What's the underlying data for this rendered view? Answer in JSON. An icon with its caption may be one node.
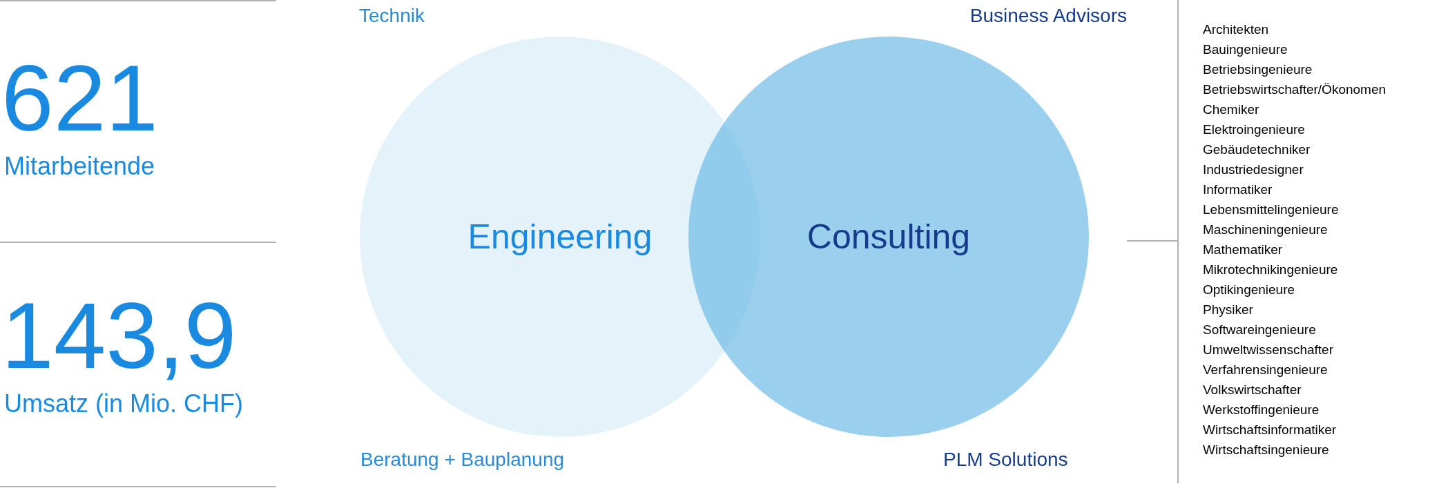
{
  "diagram": {
    "nodes": [
      {
        "text": [
          "Engineering"
        ]
      },
      {
        "text": [
          "Consulting"
        ]
      }
    ],
    "edges": [],
    "labels": [
      "621",
      "Mitarbeitende",
      "143,9",
      "Umsatz (in Mio. CHF)",
      "Technik",
      "Business Advisors",
      "Beratung + Bauplanung",
      "PLM Solutions",
      "Architekten",
      "Bauingenieure",
      "Betriebsingenieure",
      "Betriebswirtschafter/Ökonomen",
      "Chemiker",
      "Elektroingenieure",
      "Gebäudetechniker",
      "Industriedesigner",
      "Informatiker",
      "Lebensmittelingenieure",
      "Maschineningenieure",
      "Mathematiker",
      "Mikrotechnikingenieure",
      "Optikingenieure",
      "Physiker",
      "Softwareingenieure",
      "Umweltwissenschafter",
      "Verfahrensingenieure",
      "Volkswirtschafter",
      "Werkstoffingenieure",
      "Wirtschaftsinformatiker",
      "Wirtschaftsingenieure"
    ]
  }
}
